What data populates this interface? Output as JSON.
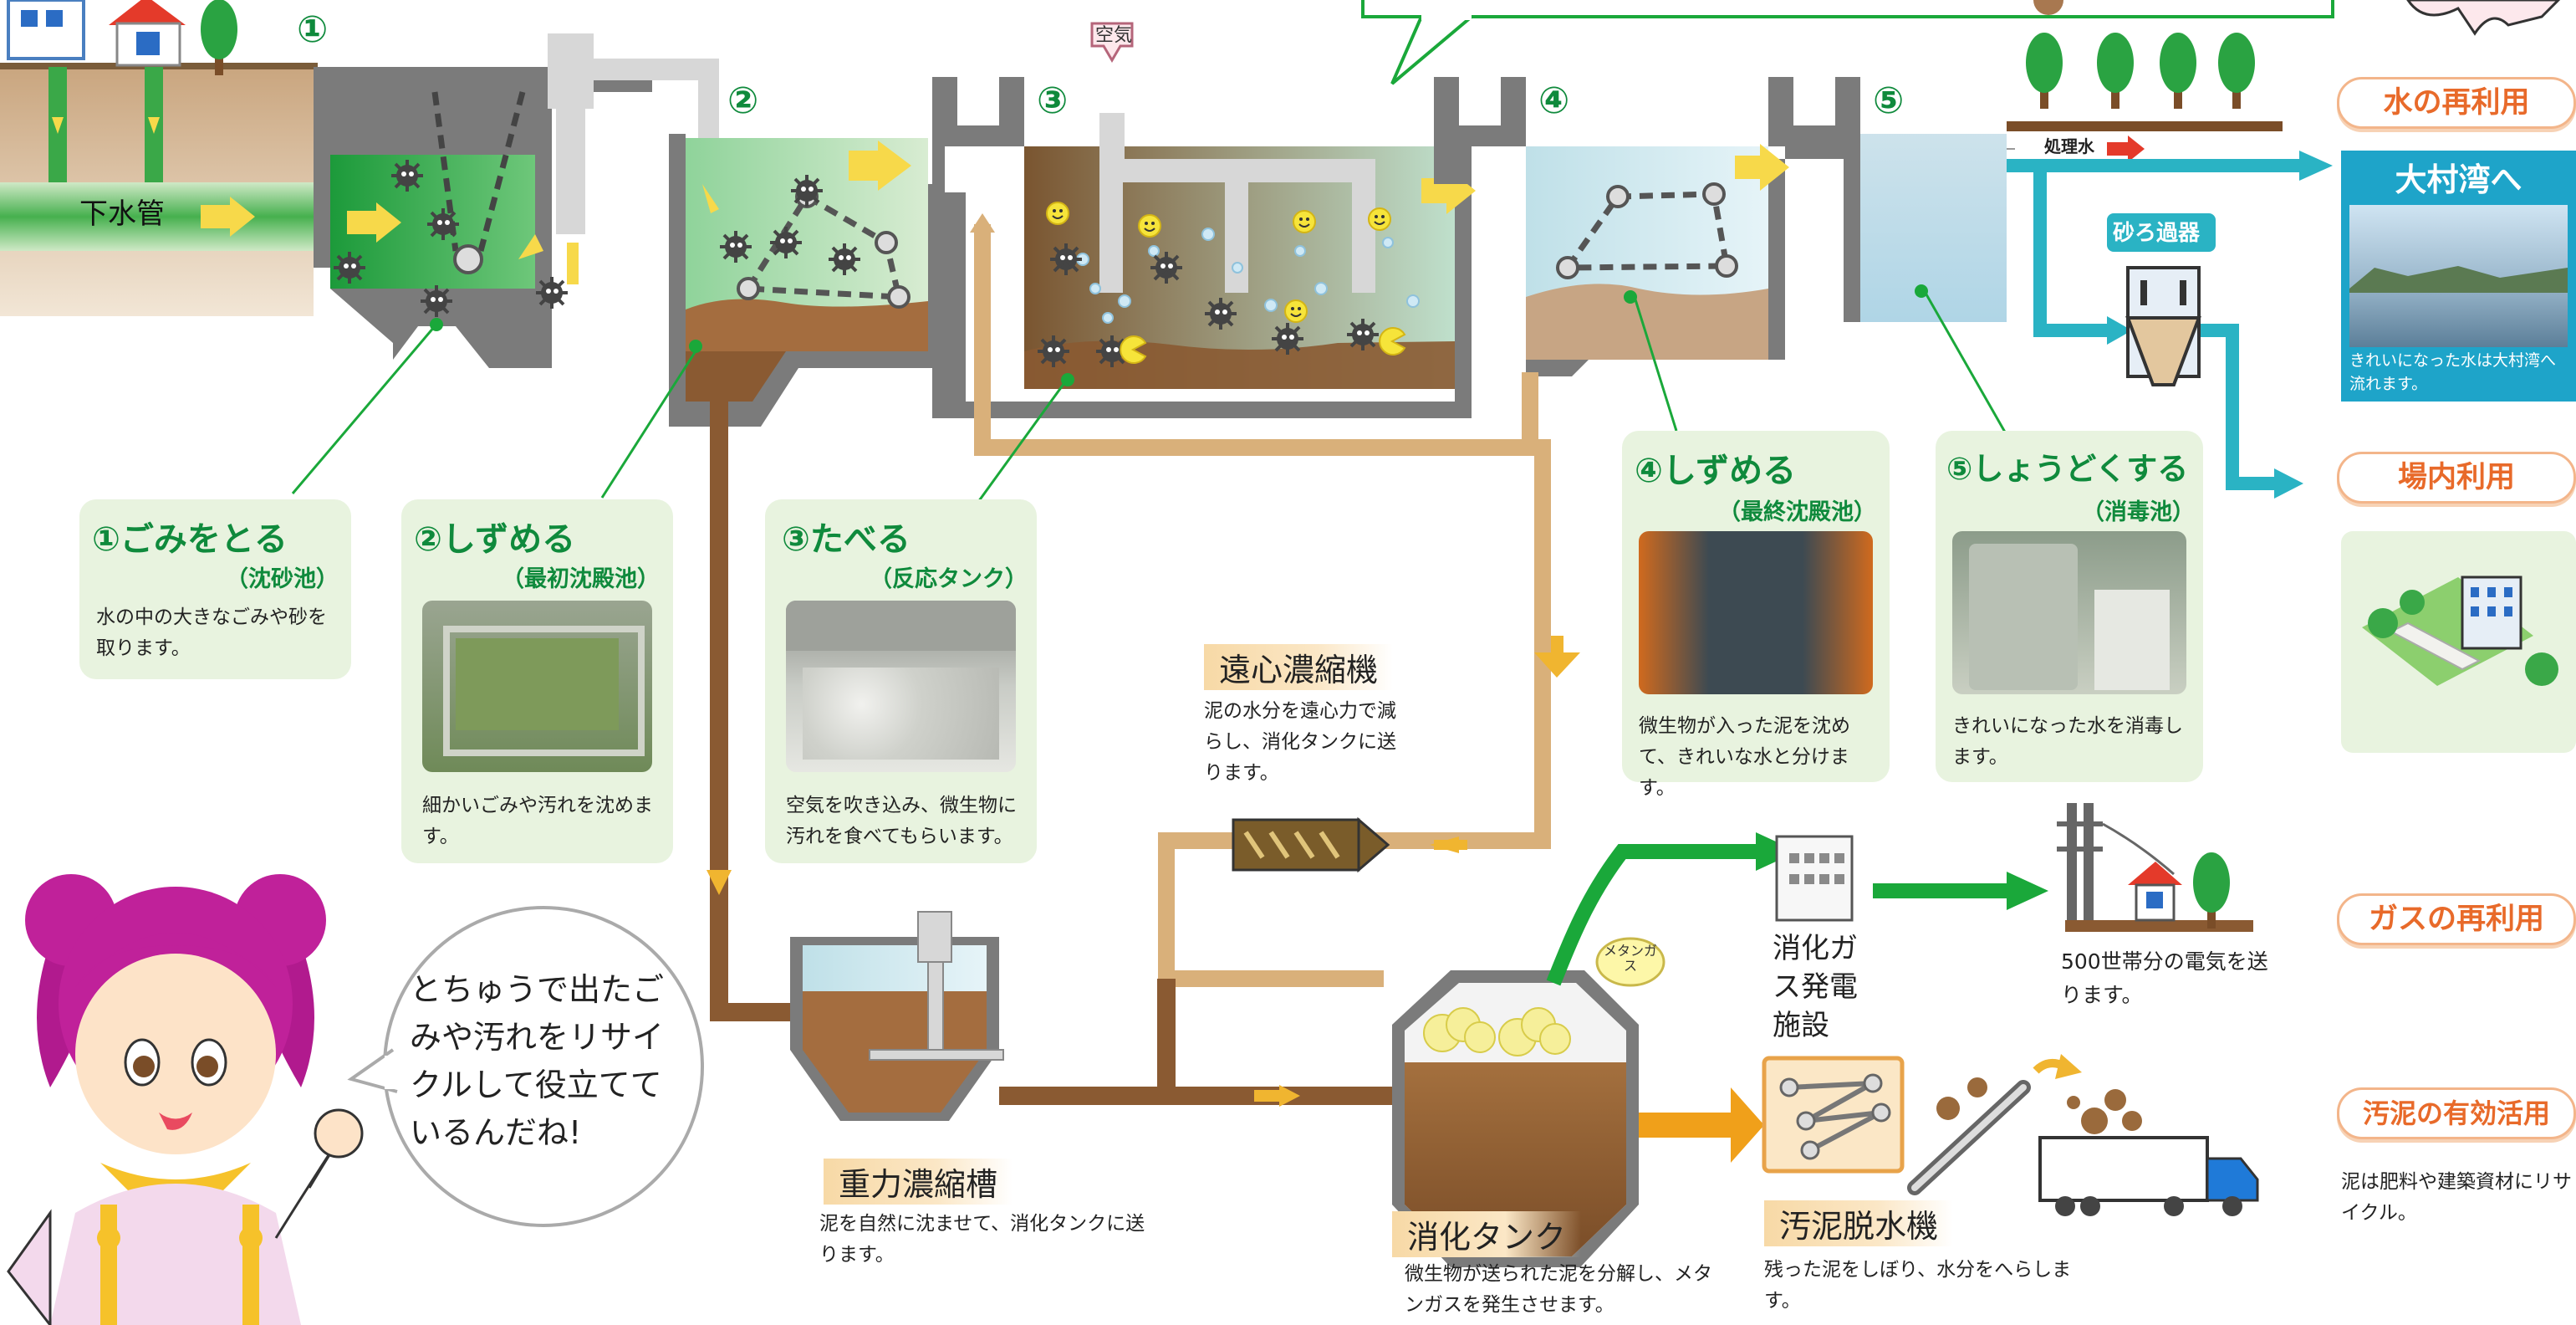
{
  "pipe_label": "下水管",
  "air_label": "空気",
  "steps": [
    {
      "num": "①",
      "title": "①ごみをとる",
      "sub": "（沈砂池）",
      "desc": "水の中の大きなごみや砂を取ります。"
    },
    {
      "num": "②",
      "title": "②しずめる",
      "sub": "（最初沈殿池）",
      "desc": "細かいごみや汚れを沈めます。"
    },
    {
      "num": "③",
      "title": "③たべる",
      "sub": "（反応タンク）",
      "desc": "空気を吹き込み、微生物に汚れを食べてもらいます。"
    },
    {
      "num": "④",
      "title": "④しずめる",
      "sub": "（最終沈殿池）",
      "desc": "微生物が入った泥を沈めて、きれいな水と分けます。"
    },
    {
      "num": "⑤",
      "title": "⑤しょうどくする",
      "sub": "（消毒池）",
      "desc": "きれいになった水を消毒します。"
    }
  ],
  "treated_water_label": "処理水",
  "sand_filter_label": "砂ろ過器",
  "omura_bay": {
    "title": "大村湾へ",
    "desc": "きれいになった水は大村湾へ流れます。"
  },
  "reuse": {
    "water": "水の再利用",
    "onsite": "場内利用",
    "gas": "ガスの再利用",
    "sludge": "汚泥の有効活用",
    "sludge_desc": "泥は肥料や建築資材にリサイクル。"
  },
  "centrifuge": {
    "title": "遠心濃縮機",
    "desc": "泥の水分を遠心力で減らし、消化タンクに送ります。"
  },
  "gravity": {
    "title": "重力濃縮槽",
    "desc": "泥を自然に沈ませて、消化タンクに送ります。"
  },
  "digestion": {
    "title": "消化タンク",
    "desc": "微生物が送られた泥を分解し、メタンガスを発生させます。"
  },
  "methane_label": "メタンガス",
  "power": {
    "title": "消化ガス発電施設",
    "desc": "500世帯分の電気を送ります。"
  },
  "dewater": {
    "title": "汚泥脱水機",
    "desc": "残った泥をしぼり、水分をへらします。"
  },
  "speech": "とちゅうで出たごみや汚れをリサイクルして役立てているんだね!",
  "colors": {
    "green": "#0f8a3c",
    "water_green": "#2fa84a",
    "brown": "#8a5a32",
    "tan": "#d9b07a",
    "cyan": "#2ab3c4",
    "orange": "#e86a2a",
    "magenta": "#c0219a"
  }
}
